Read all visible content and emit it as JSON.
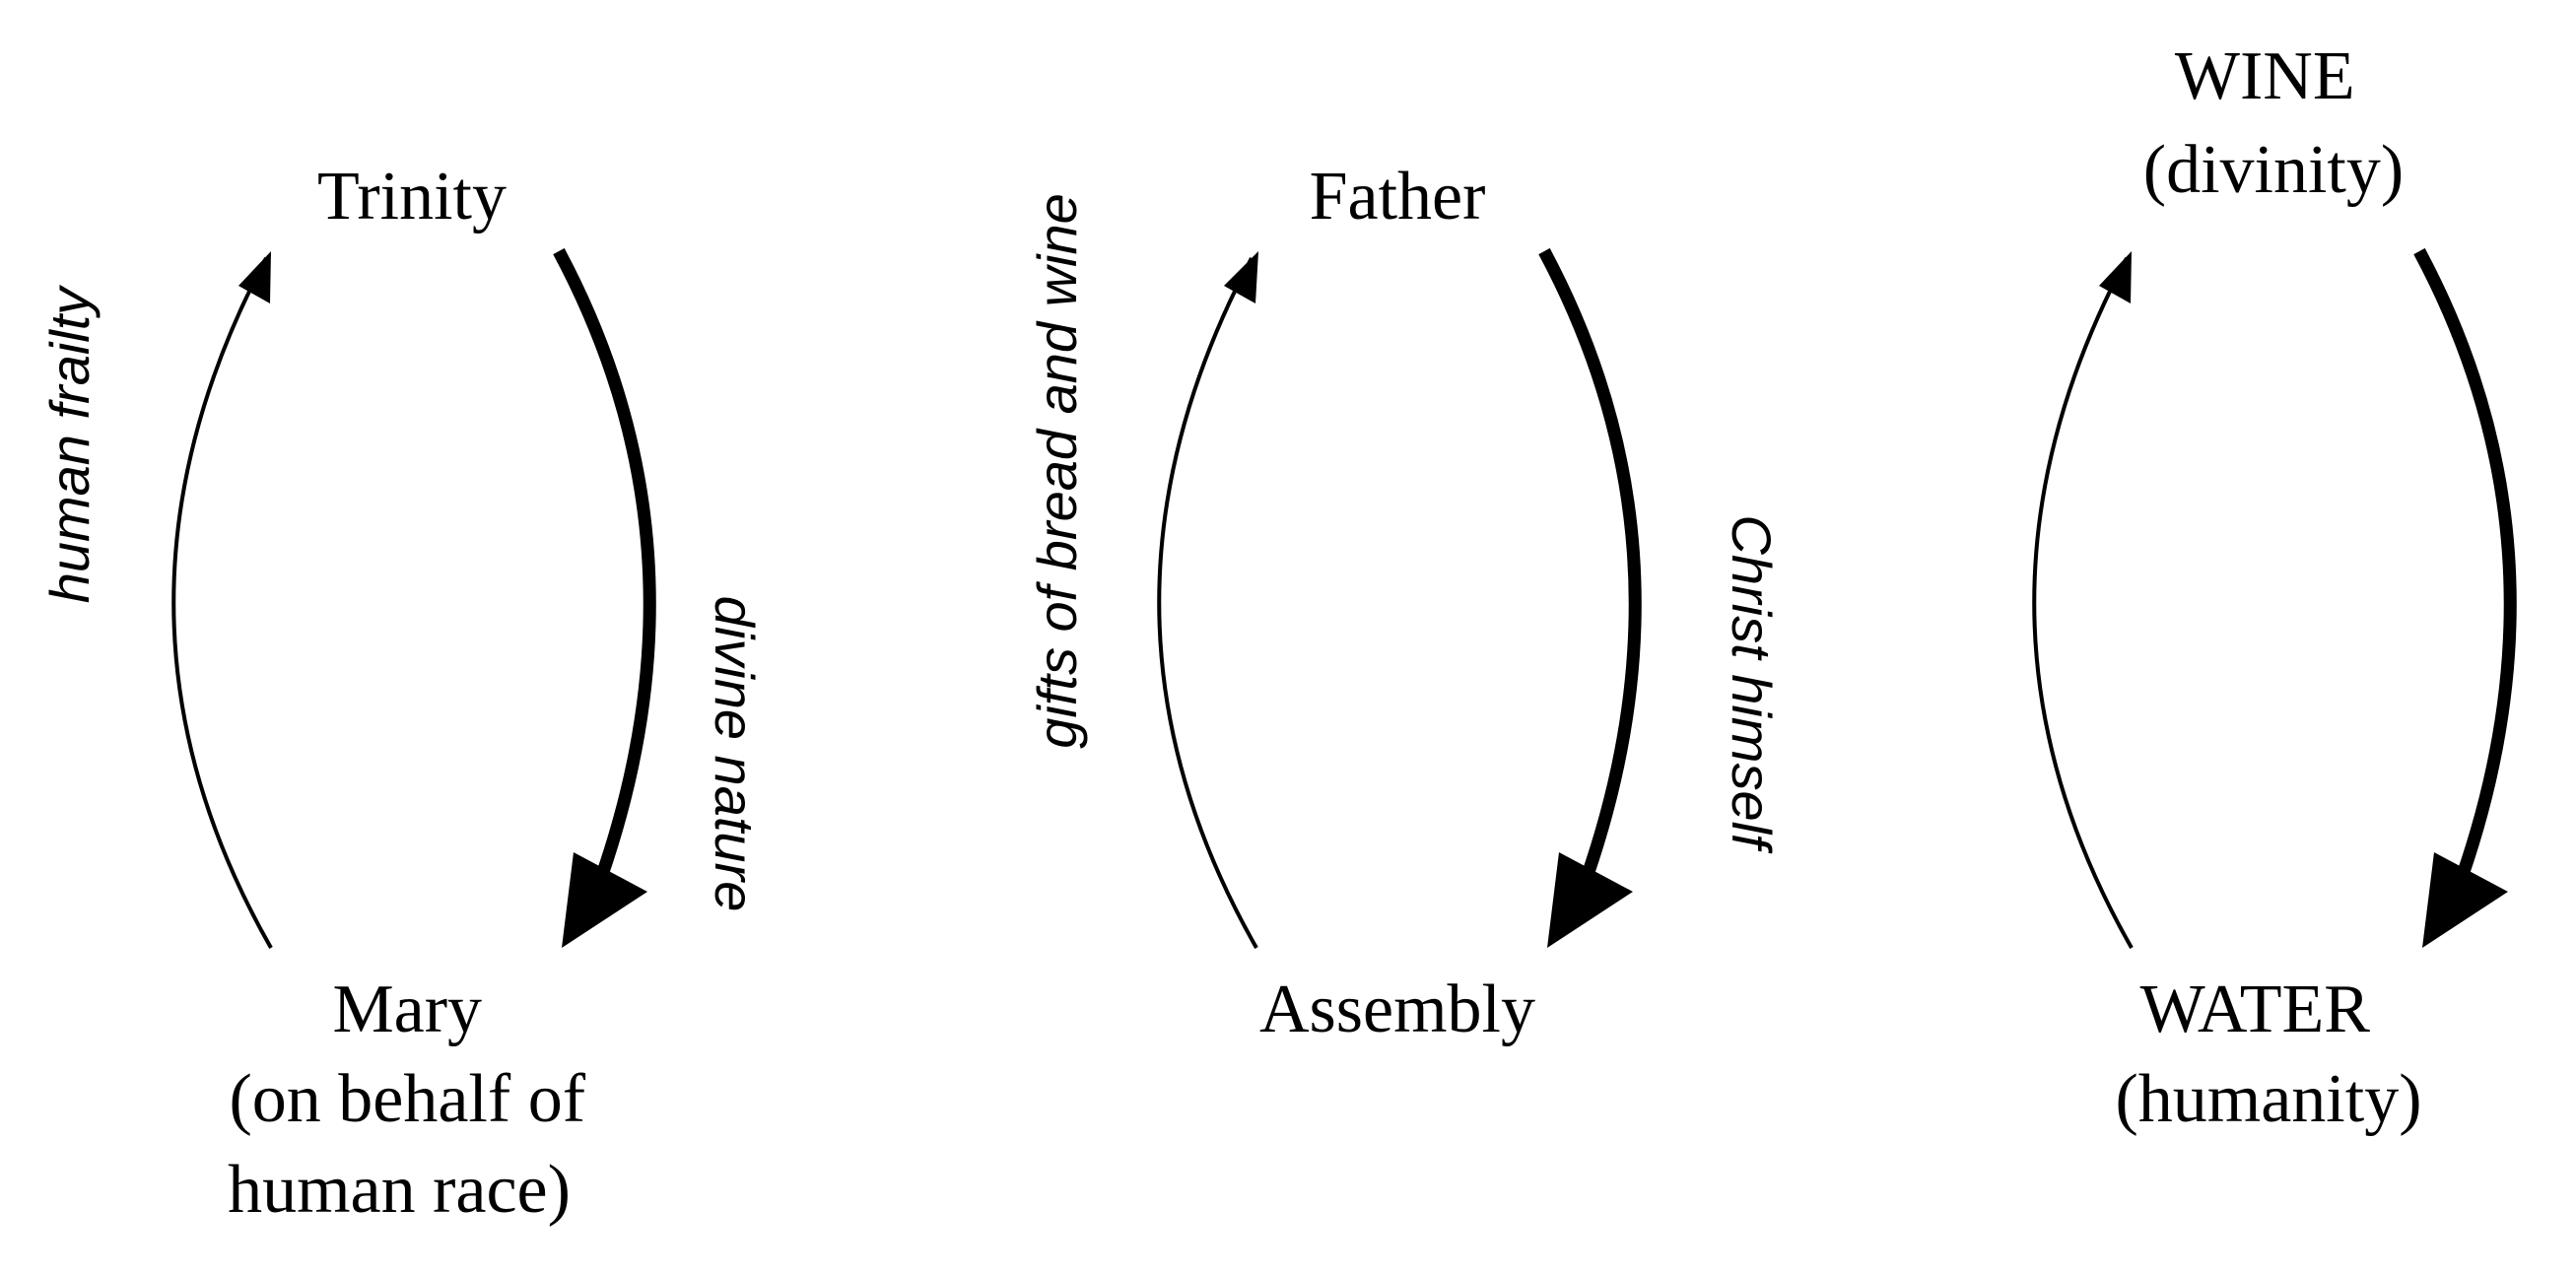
{
  "diagrams": [
    {
      "top_node": {
        "lines": [
          "Trinity"
        ]
      },
      "bottom_node": {
        "lines": [
          "Mary",
          "(on behalf of",
          "human race)"
        ]
      },
      "left_edge_label": "human frailty",
      "right_edge_label": "divine nature"
    },
    {
      "top_node": {
        "lines": [
          "Father"
        ]
      },
      "bottom_node": {
        "lines": [
          "Assembly"
        ]
      },
      "left_edge_label": "gifts of bread and wine",
      "right_edge_label": "Christ himself"
    },
    {
      "top_node": {
        "lines": [
          "WINE",
          "(divinity)"
        ]
      },
      "bottom_node": {
        "lines": [
          "WATER",
          "(humanity)"
        ]
      },
      "left_edge_label": "",
      "right_edge_label": ""
    }
  ],
  "colors": {
    "stroke": "#000000",
    "background": "#ffffff"
  }
}
